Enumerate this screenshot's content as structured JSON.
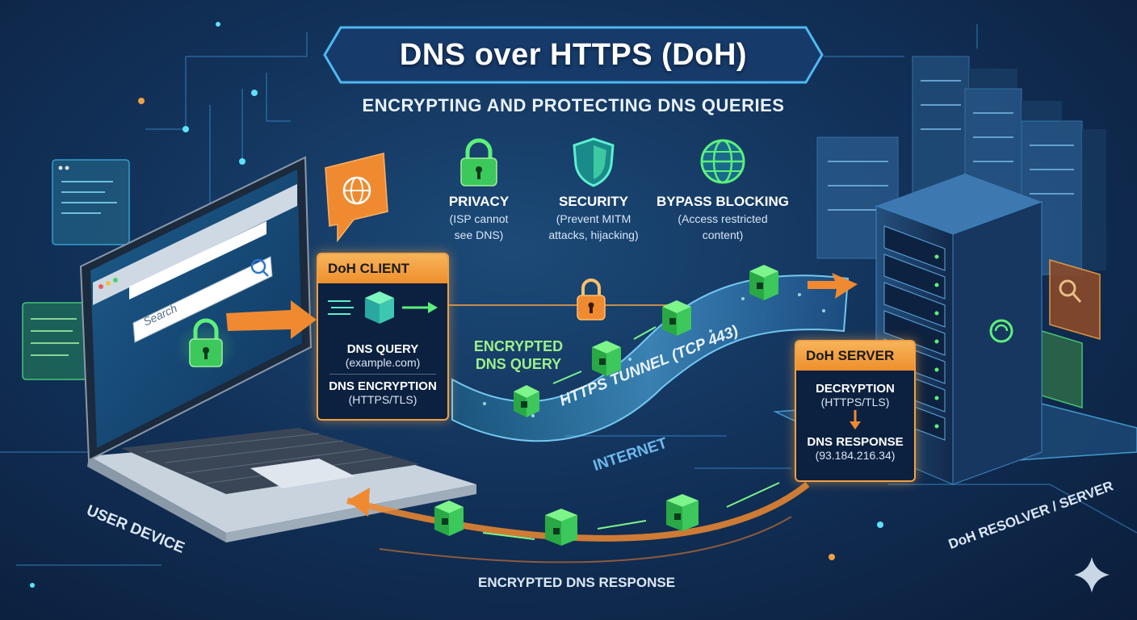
{
  "title": "DNS over HTTPS (DoH)",
  "subtitle": "ENCRYPTING AND PROTECTING DNS QUERIES",
  "features": [
    {
      "icon": "padlock-icon",
      "label": "PRIVACY",
      "desc_line1": "(ISP cannot",
      "desc_line2": "see DNS)"
    },
    {
      "icon": "shield-icon",
      "label": "SECURITY",
      "desc_line1": "(Prevent MITM",
      "desc_line2": "attacks, hijacking)"
    },
    {
      "icon": "globe-icon",
      "label": "BYPASS BLOCKING",
      "desc_line1": "(Access restricted",
      "desc_line2": "content)"
    }
  ],
  "browser": {
    "search_placeholder": "Search"
  },
  "client": {
    "header": "DoH CLIENT",
    "query_label": "DNS QUERY",
    "query_value": "(example.com)",
    "encryption_label": "DNS ENCRYPTION",
    "encryption_value": "(HTTPS/TLS)"
  },
  "server": {
    "header": "DoH SERVER",
    "decryption_label": "DECRYPTION",
    "decryption_value": "(HTTPS/TLS)",
    "response_label": "DNS RESPONSE",
    "response_value": "(93.184.216.34)"
  },
  "labels": {
    "encrypted_query_line1": "ENCRYPTED",
    "encrypted_query_line2": "DNS QUERY",
    "tunnel": "HTTPS TUNNEL (TCP 443)",
    "internet": "INTERNET",
    "user_device": "USER DEVICE",
    "resolver": "DoH RESOLVER / SERVER",
    "encrypted_response": "ENCRYPTED DNS RESPONSE"
  },
  "colors": {
    "accent_orange": "#f0a044",
    "accent_green": "#49d35f",
    "tunnel_blue": "#4fb8f0",
    "background": "#12325a"
  }
}
